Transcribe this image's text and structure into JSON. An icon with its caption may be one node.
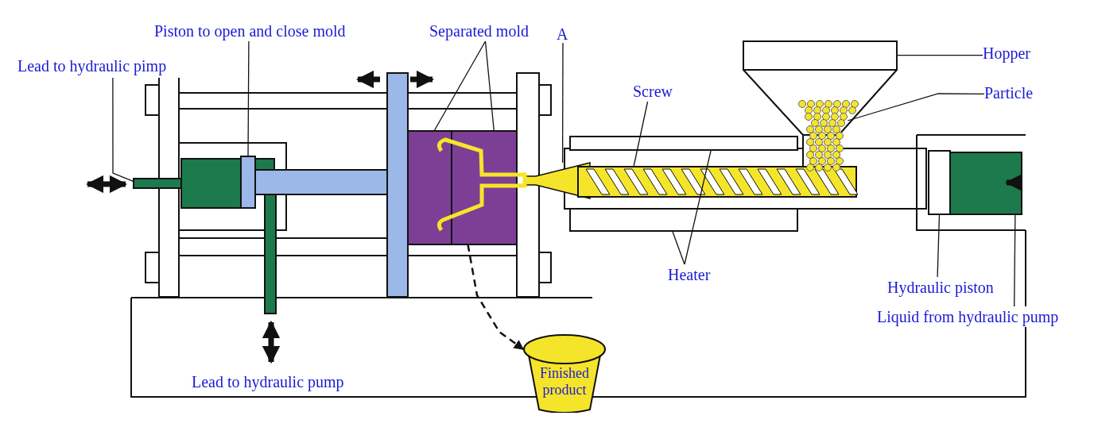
{
  "diagram": {
    "nodes": [
      {
        "text": [
          "Lead to hydraulic pimp"
        ]
      },
      {
        "text": [],
        "shape": "bar"
      },
      {
        "text": [
          "Piston to open and close mold"
        ]
      },
      {
        "text": [],
        "shape": "box"
      },
      {
        "text": [
          "Separated mold"
        ]
      },
      {
        "text": [],
        "shape": "box"
      },
      {
        "text": [],
        "shape": "box"
      },
      {
        "text": [
          "A"
        ]
      },
      {
        "text": [],
        "shape": "picture"
      },
      {
        "text": [
          "Screw"
        ]
      },
      {
        "text": [],
        "shape": "picture"
      },
      {
        "text": [
          "Heater"
        ]
      },
      {
        "text": [],
        "shape": "bar"
      },
      {
        "text": [],
        "shape": "bar"
      },
      {
        "text": [
          "Hopper"
        ]
      },
      {
        "text": [],
        "shape": "picture"
      },
      {
        "text": [
          "Particle"
        ]
      },
      {
        "text": [],
        "shape": "picture"
      },
      {
        "text": [
          "Hydraulic piston"
        ]
      },
      {
        "text": [],
        "shape": "box"
      },
      {
        "text": [
          "Liquid from hydraulic pump"
        ]
      },
      {
        "text": [],
        "shape": "box"
      },
      {
        "text": [
          "Finished product"
        ]
      }
    ],
    "edges": [
      {
        "from": 0,
        "to": 1,
        "arrow": "none"
      },
      {
        "from": 2,
        "to": 3,
        "arrow": "none"
      },
      {
        "from": 4,
        "to": 5,
        "arrow": "none"
      },
      {
        "from": 4,
        "to": 6,
        "arrow": "none"
      },
      {
        "from": 7,
        "to": 8,
        "arrow": "none"
      },
      {
        "from": 9,
        "to": 10,
        "arrow": "none"
      },
      {
        "from": 11,
        "to": 12,
        "arrow": "none"
      },
      {
        "from": 11,
        "to": 13,
        "arrow": "none"
      },
      {
        "from": 14,
        "to": 15,
        "arrow": "none"
      },
      {
        "from": 16,
        "to": 17,
        "arrow": "none"
      },
      {
        "from": 18,
        "to": 19,
        "arrow": "none"
      },
      {
        "from": 20,
        "to": 21,
        "arrow": "none"
      },
      {
        "from": 6,
        "to": 22,
        "arrow": "to",
        "style": "dashed"
      }
    ],
    "labels": [
      "Lead to hydraulic pump"
    ]
  }
}
